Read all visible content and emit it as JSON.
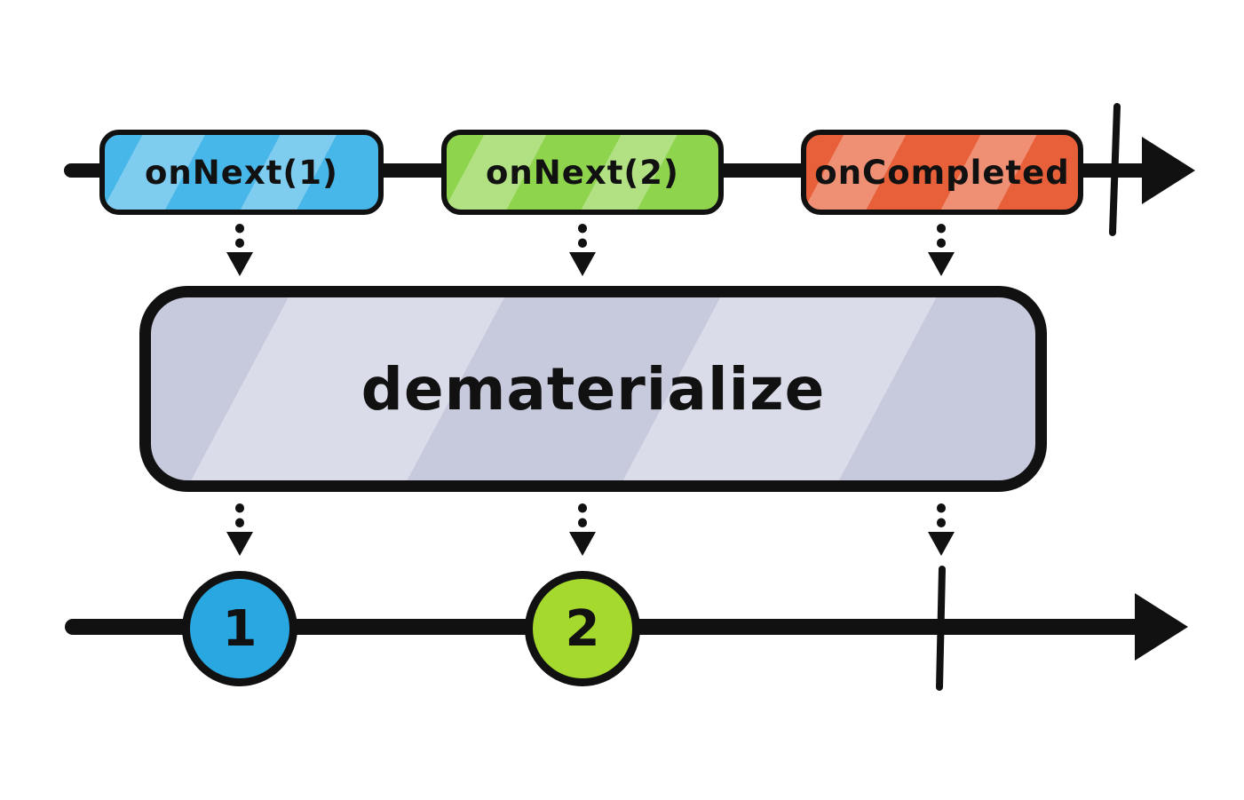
{
  "diagram": {
    "operator": {
      "label": "dematerialize",
      "fill": "#c7cadd"
    },
    "line_color": "#111111",
    "source_timeline": {
      "events": [
        {
          "label": "onNext(1)",
          "fill": "#47b6e8"
        },
        {
          "label": "onNext(2)",
          "fill": "#8fd44d"
        },
        {
          "label": "onCompleted",
          "fill": "#e8603a"
        }
      ]
    },
    "output_timeline": {
      "marbles": [
        {
          "label": "1",
          "fill": "#29a7e1"
        },
        {
          "label": "2",
          "fill": "#a5d92d"
        }
      ]
    }
  }
}
